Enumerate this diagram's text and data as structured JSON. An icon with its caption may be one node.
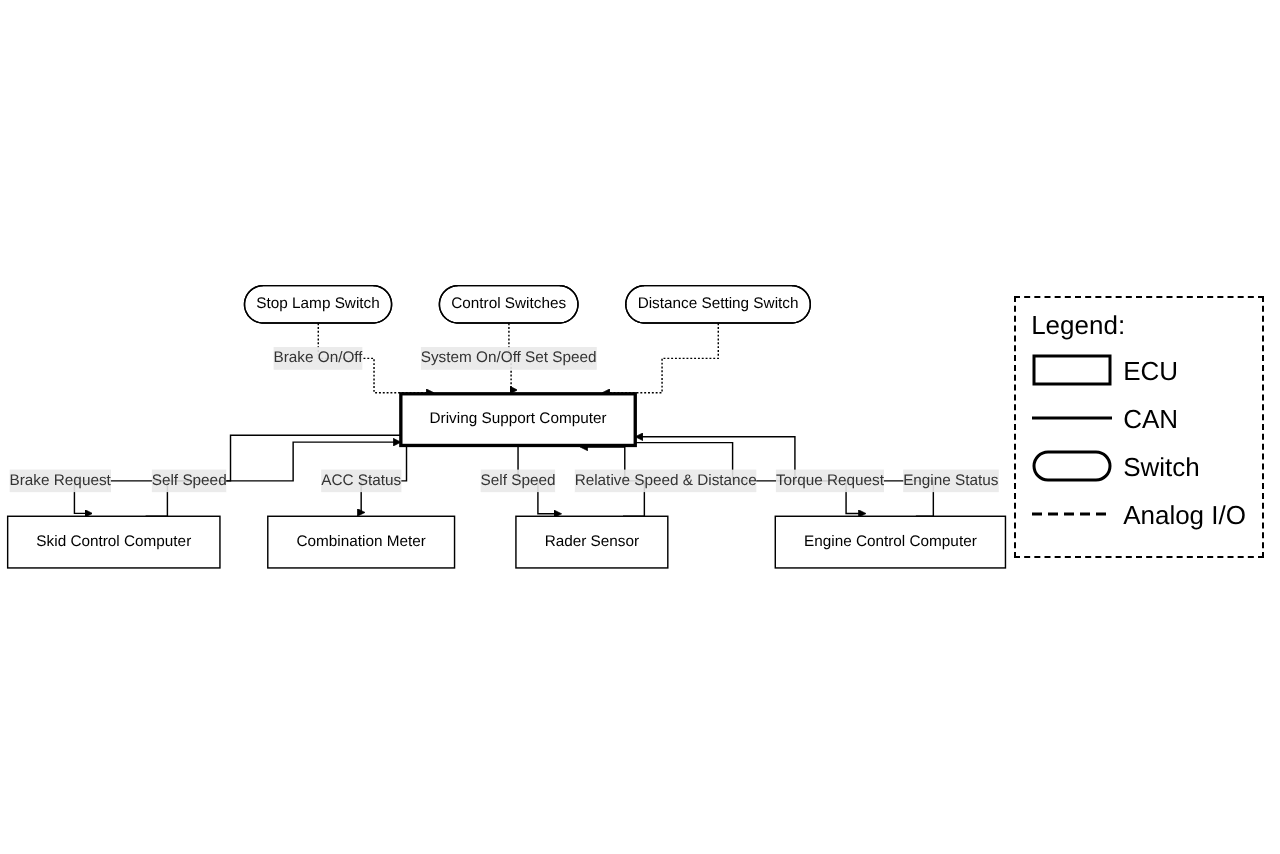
{
  "diagram": {
    "nodes": [
      {
        "text": [
          "Stop Lamp Switch"
        ]
      },
      {
        "text": [
          "Control Switches"
        ]
      },
      {
        "text": [
          "Distance Setting Switch"
        ]
      },
      {
        "text": [
          "Skid Control Computer"
        ]
      },
      {
        "text": [
          "Driving Support Computer"
        ]
      },
      {
        "text": [
          "Combination Meter"
        ]
      },
      {
        "text": [
          "Rader Sensor"
        ]
      },
      {
        "text": [
          "Engine Control Computer"
        ]
      }
    ],
    "edges": [
      {
        "from": 0,
        "to": 4,
        "arrow": "to",
        "label": "Brake On/Off",
        "style": "dashed"
      },
      {
        "from": 1,
        "to": 4,
        "arrow": "to",
        "label": "System On/Off Set Speed",
        "style": "dashed"
      },
      {
        "from": 2,
        "to": 4,
        "arrow": "to",
        "style": "dashed"
      },
      {
        "from": 4,
        "to": 3,
        "arrow": "to",
        "label": "Brake Request"
      },
      {
        "from": 3,
        "to": 4,
        "arrow": "to",
        "label": "Self Speed"
      },
      {
        "from": 4,
        "to": 5,
        "arrow": "to",
        "label": "ACC Status"
      },
      {
        "from": 6,
        "to": 4,
        "arrow": "to",
        "label": "Relative Speed & Distance"
      },
      {
        "from": 4,
        "to": 6,
        "arrow": "to",
        "label": "Self Speed"
      },
      {
        "from": 7,
        "to": 4,
        "arrow": "to",
        "label": "Engine Status"
      },
      {
        "from": 4,
        "to": 7,
        "arrow": "to",
        "label": "Torque Request"
      }
    ],
    "labels": [
      "Legend:"
    ],
    "legend": [
      {
        "text": "ECU"
      },
      {
        "text": "CAN"
      },
      {
        "text": "Switch"
      },
      {
        "text": "Analog I/O"
      }
    ]
  }
}
